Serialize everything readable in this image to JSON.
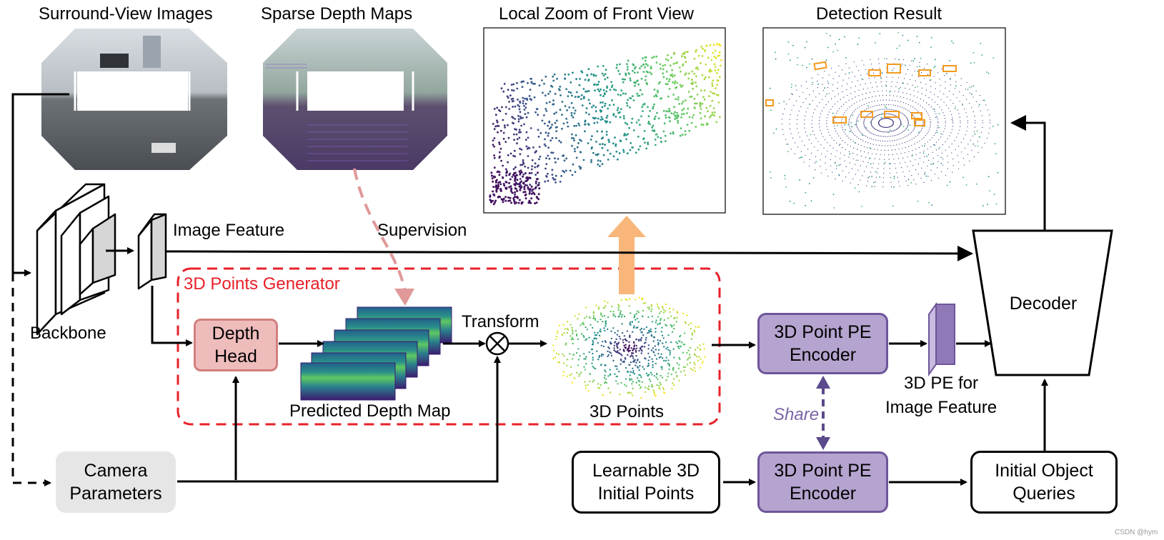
{
  "titles": {
    "surround": "Surround-View Images",
    "sparse": "Sparse Depth Maps",
    "zoom": "Local Zoom of Front View",
    "detection": "Detection Result"
  },
  "labels": {
    "image_feature": "Image Feature",
    "supervision": "Supervision",
    "generator": "3D Points Generator",
    "transform": "Transform",
    "backbone": "Backbone",
    "predicted_depth": "Predicted Depth Map",
    "points3d": "3D Points",
    "pe_for_line1": "3D PE for",
    "pe_for_line2": "Image Feature",
    "share": "Share"
  },
  "boxes": {
    "depth_head": [
      "Depth",
      "Head"
    ],
    "pe_encoder_top": [
      "3D Point PE",
      "Encoder"
    ],
    "pe_encoder_bottom": [
      "3D Point PE",
      "Encoder"
    ],
    "decoder": "Decoder",
    "camera": [
      "Camera",
      "Parameters"
    ],
    "learnable": [
      "Learnable 3D",
      "Initial Points"
    ],
    "queries": [
      "Initial Object",
      "Queries"
    ]
  },
  "watermark": "CSDN @hym",
  "colors": {
    "generator_red": "#e8202a",
    "depth_head_fill": "#efbcbc",
    "depth_head_border": "#d27f7f",
    "encoder_fill": "#b5a4cf",
    "encoder_border": "#6e559a",
    "share_purple": "#7b64a6",
    "camera_fill": "#e6e6e6",
    "orange_arrow": "#f9b67a",
    "supervision_arrow": "#e09898"
  }
}
